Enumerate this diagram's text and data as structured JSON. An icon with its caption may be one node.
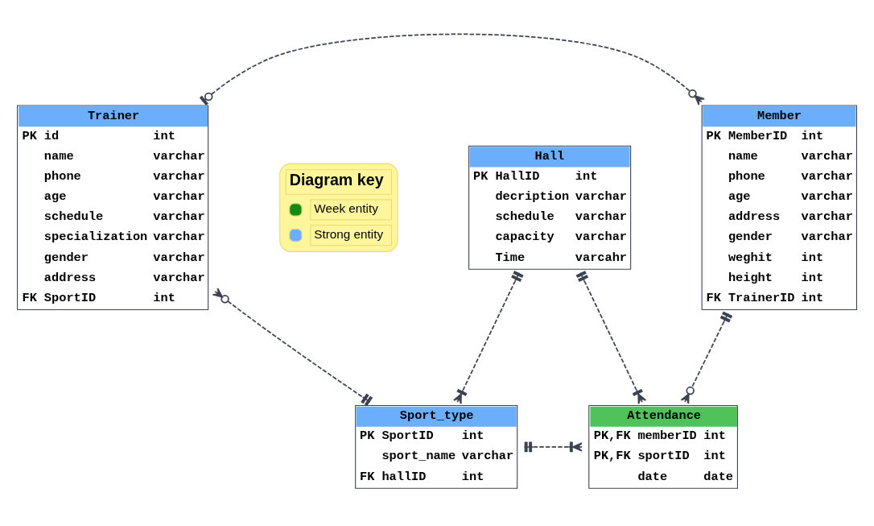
{
  "diagram": {
    "nodes": [
      {
        "text": [
          "Trainer",
          "PK",
          "id",
          "int",
          "name",
          "varchar",
          "phone",
          "varchar",
          "age",
          "varchar",
          "schedule",
          "varchar",
          "specialization",
          "varchar",
          "gender",
          "varchar",
          "address",
          "varchar",
          "FK",
          "SportID",
          "int"
        ]
      },
      {
        "text": [
          "Hall",
          "PK",
          "HallID",
          "int",
          "decription",
          "varchar",
          "schedule",
          "varchar",
          "capacity",
          "varchar",
          "Time",
          "varcahr"
        ]
      },
      {
        "text": [
          "Member",
          "PK",
          "MemberID",
          "int",
          "name",
          "varchar",
          "phone",
          "varchar",
          "age",
          "varchar",
          "address",
          "varchar",
          "gender",
          "varchar",
          "weghit",
          "int",
          "height",
          "int",
          "FK",
          "TrainerID",
          "int"
        ]
      },
      {
        "text": [
          "Sport_type",
          "PK",
          "SportID",
          "int",
          "sport_name",
          "varchar",
          "FK",
          "hallID",
          "int"
        ]
      },
      {
        "text": [
          "Attendance",
          "PK,FK",
          "memberID",
          "int",
          "PK,FK",
          "sportID",
          "int",
          "date",
          "date"
        ]
      }
    ],
    "edges": [
      {
        "from": 0,
        "to": 2,
        "arrow": "other",
        "style": "dashed"
      },
      {
        "from": 0,
        "to": 3,
        "arrow": "other",
        "style": "dashed"
      },
      {
        "from": 1,
        "to": 3,
        "arrow": "other",
        "style": "dashed"
      },
      {
        "from": 1,
        "to": 4,
        "arrow": "other",
        "style": "dashed"
      },
      {
        "from": 3,
        "to": 4,
        "arrow": "other",
        "style": "dashed"
      },
      {
        "from": 2,
        "to": 4,
        "arrow": "other",
        "style": "dashed"
      }
    ],
    "labels": [
      "Diagram key"
    ],
    "legend": [
      {
        "text": "Week entity",
        "color": "#138a13"
      },
      {
        "text": "Strong entity",
        "color": "#6aaefc"
      }
    ]
  }
}
